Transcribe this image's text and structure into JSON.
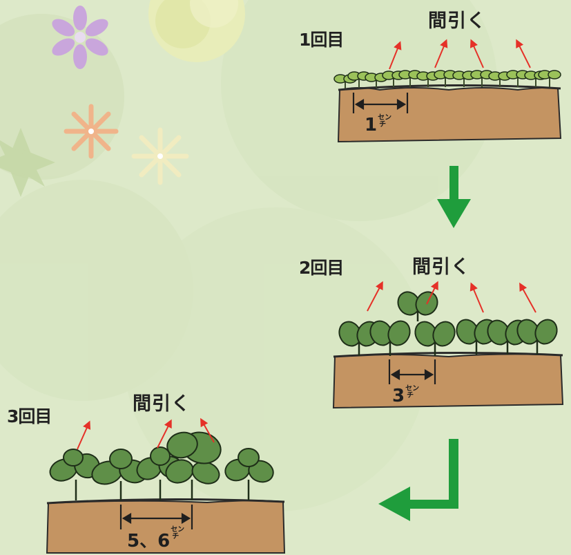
{
  "stages": [
    {
      "label": "1回目",
      "action": "間引く",
      "spacing_value": "1",
      "unit_top": "セン",
      "unit_bottom": "チ"
    },
    {
      "label": "2回目",
      "action": "間引く",
      "spacing_value": "3",
      "unit_top": "セン",
      "unit_bottom": "チ"
    },
    {
      "label": "3回目",
      "action": "間引く",
      "spacing_value": "5、6",
      "unit_top": "セン",
      "unit_bottom": "チ"
    }
  ],
  "colors": {
    "background": "#dde9c9",
    "soil": "#c49462",
    "soil_outline": "#2a2a2a",
    "sprout": "#9bc25a",
    "leaf": "#5f8f48",
    "leaf_dark": "#1e2e18",
    "pull_arrow": "#e53128",
    "flow_arrow": "#1f9d3c",
    "flower_purple": "#c9a6dc",
    "flower_orange": "#f0b48a",
    "flower_yellow": "#f1ecc0"
  }
}
